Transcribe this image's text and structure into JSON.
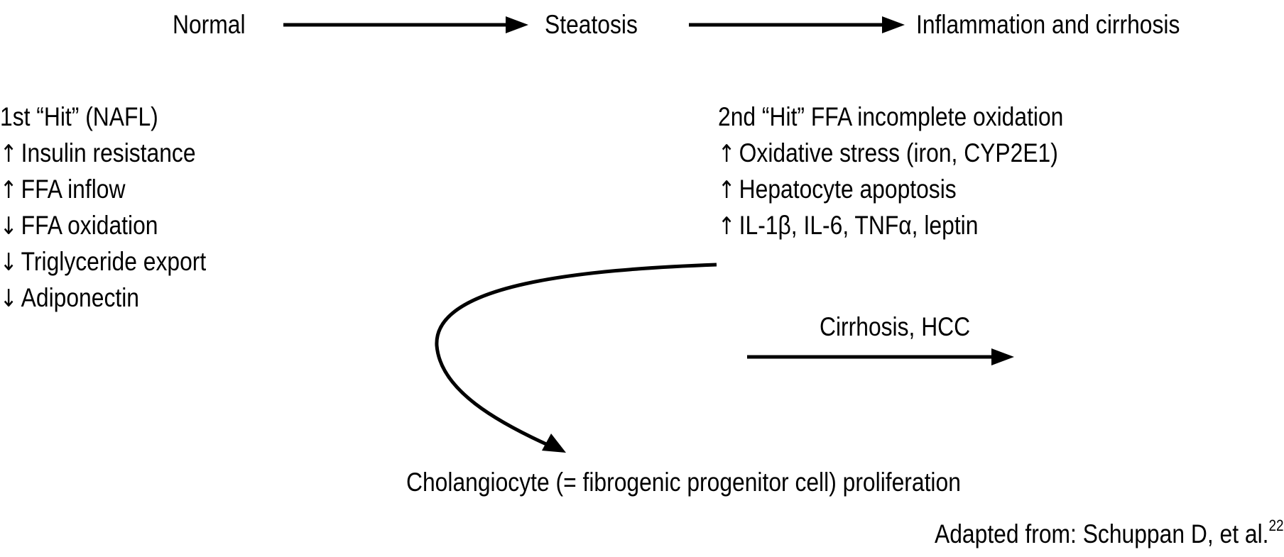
{
  "flow": {
    "stages": [
      "Normal",
      "Steatosis",
      "Inflammation and cirrhosis"
    ]
  },
  "first_hit": {
    "heading": "1st “Hit” (NAFL)",
    "items": [
      {
        "direction": "up",
        "symbol": "↑",
        "label": "Insulin resistance"
      },
      {
        "direction": "up",
        "symbol": "↑",
        "label": "FFA inflow"
      },
      {
        "direction": "down",
        "symbol": "↓",
        "label": "FFA oxidation"
      },
      {
        "direction": "down",
        "symbol": "↓",
        "label": "Triglyceride export"
      },
      {
        "direction": "down",
        "symbol": "↓",
        "label": "Adiponectin"
      }
    ]
  },
  "second_hit": {
    "heading": "2nd “Hit” FFA incomplete oxidation",
    "items": [
      {
        "direction": "up",
        "symbol": "↑",
        "label": "Oxidative stress (iron, CYP2E1)"
      },
      {
        "direction": "up",
        "symbol": "↑",
        "label": "Hepatocyte apoptosis"
      },
      {
        "direction": "up",
        "symbol": "↑",
        "label": "IL-1β, IL-6, TNFα, leptin"
      }
    ]
  },
  "outcome": {
    "arrow_label": "Cirrhosis, HCC"
  },
  "cholangiocyte": {
    "label": "Cholangiocyte (= fibrogenic progenitor cell) proliferation"
  },
  "citation": {
    "text": "Adapted from: Schuppan D, et al.",
    "ref": "22"
  }
}
